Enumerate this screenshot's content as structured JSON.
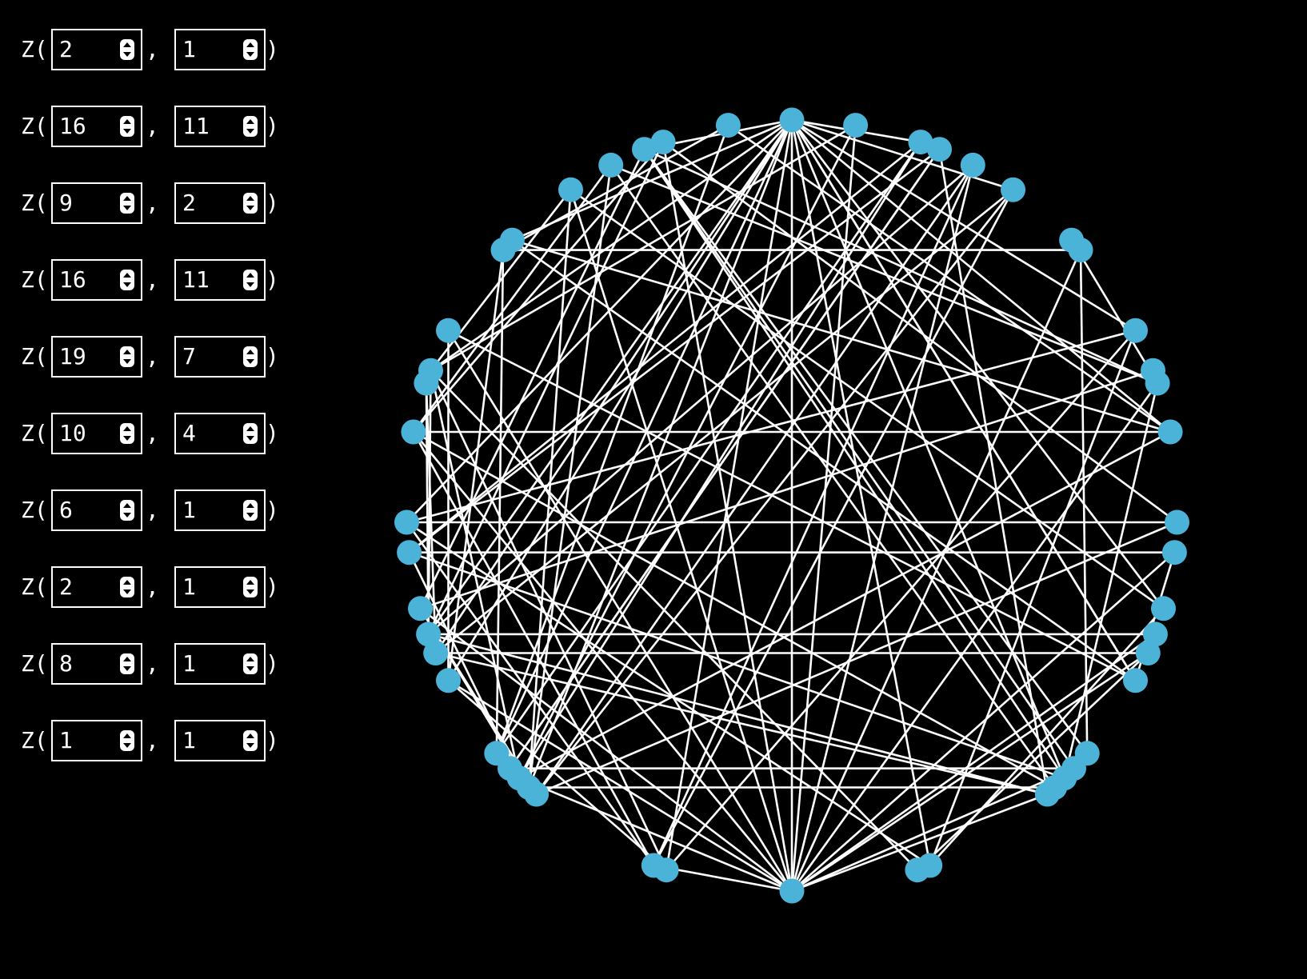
{
  "controls": {
    "prefix": "Z(",
    "separator": ",",
    "suffix": ")",
    "rows": [
      {
        "a": "2",
        "b": "1"
      },
      {
        "a": "16",
        "b": "11"
      },
      {
        "a": "9",
        "b": "2"
      },
      {
        "a": "16",
        "b": "11"
      },
      {
        "a": "19",
        "b": "7"
      },
      {
        "a": "10",
        "b": "4"
      },
      {
        "a": "6",
        "b": "1"
      },
      {
        "a": "2",
        "b": "1"
      },
      {
        "a": "8",
        "b": "1"
      },
      {
        "a": "1",
        "b": "1"
      }
    ]
  },
  "graph": {
    "node_color": "#4bb3d8",
    "edge_color": "#ffffff",
    "background": "#000000"
  }
}
